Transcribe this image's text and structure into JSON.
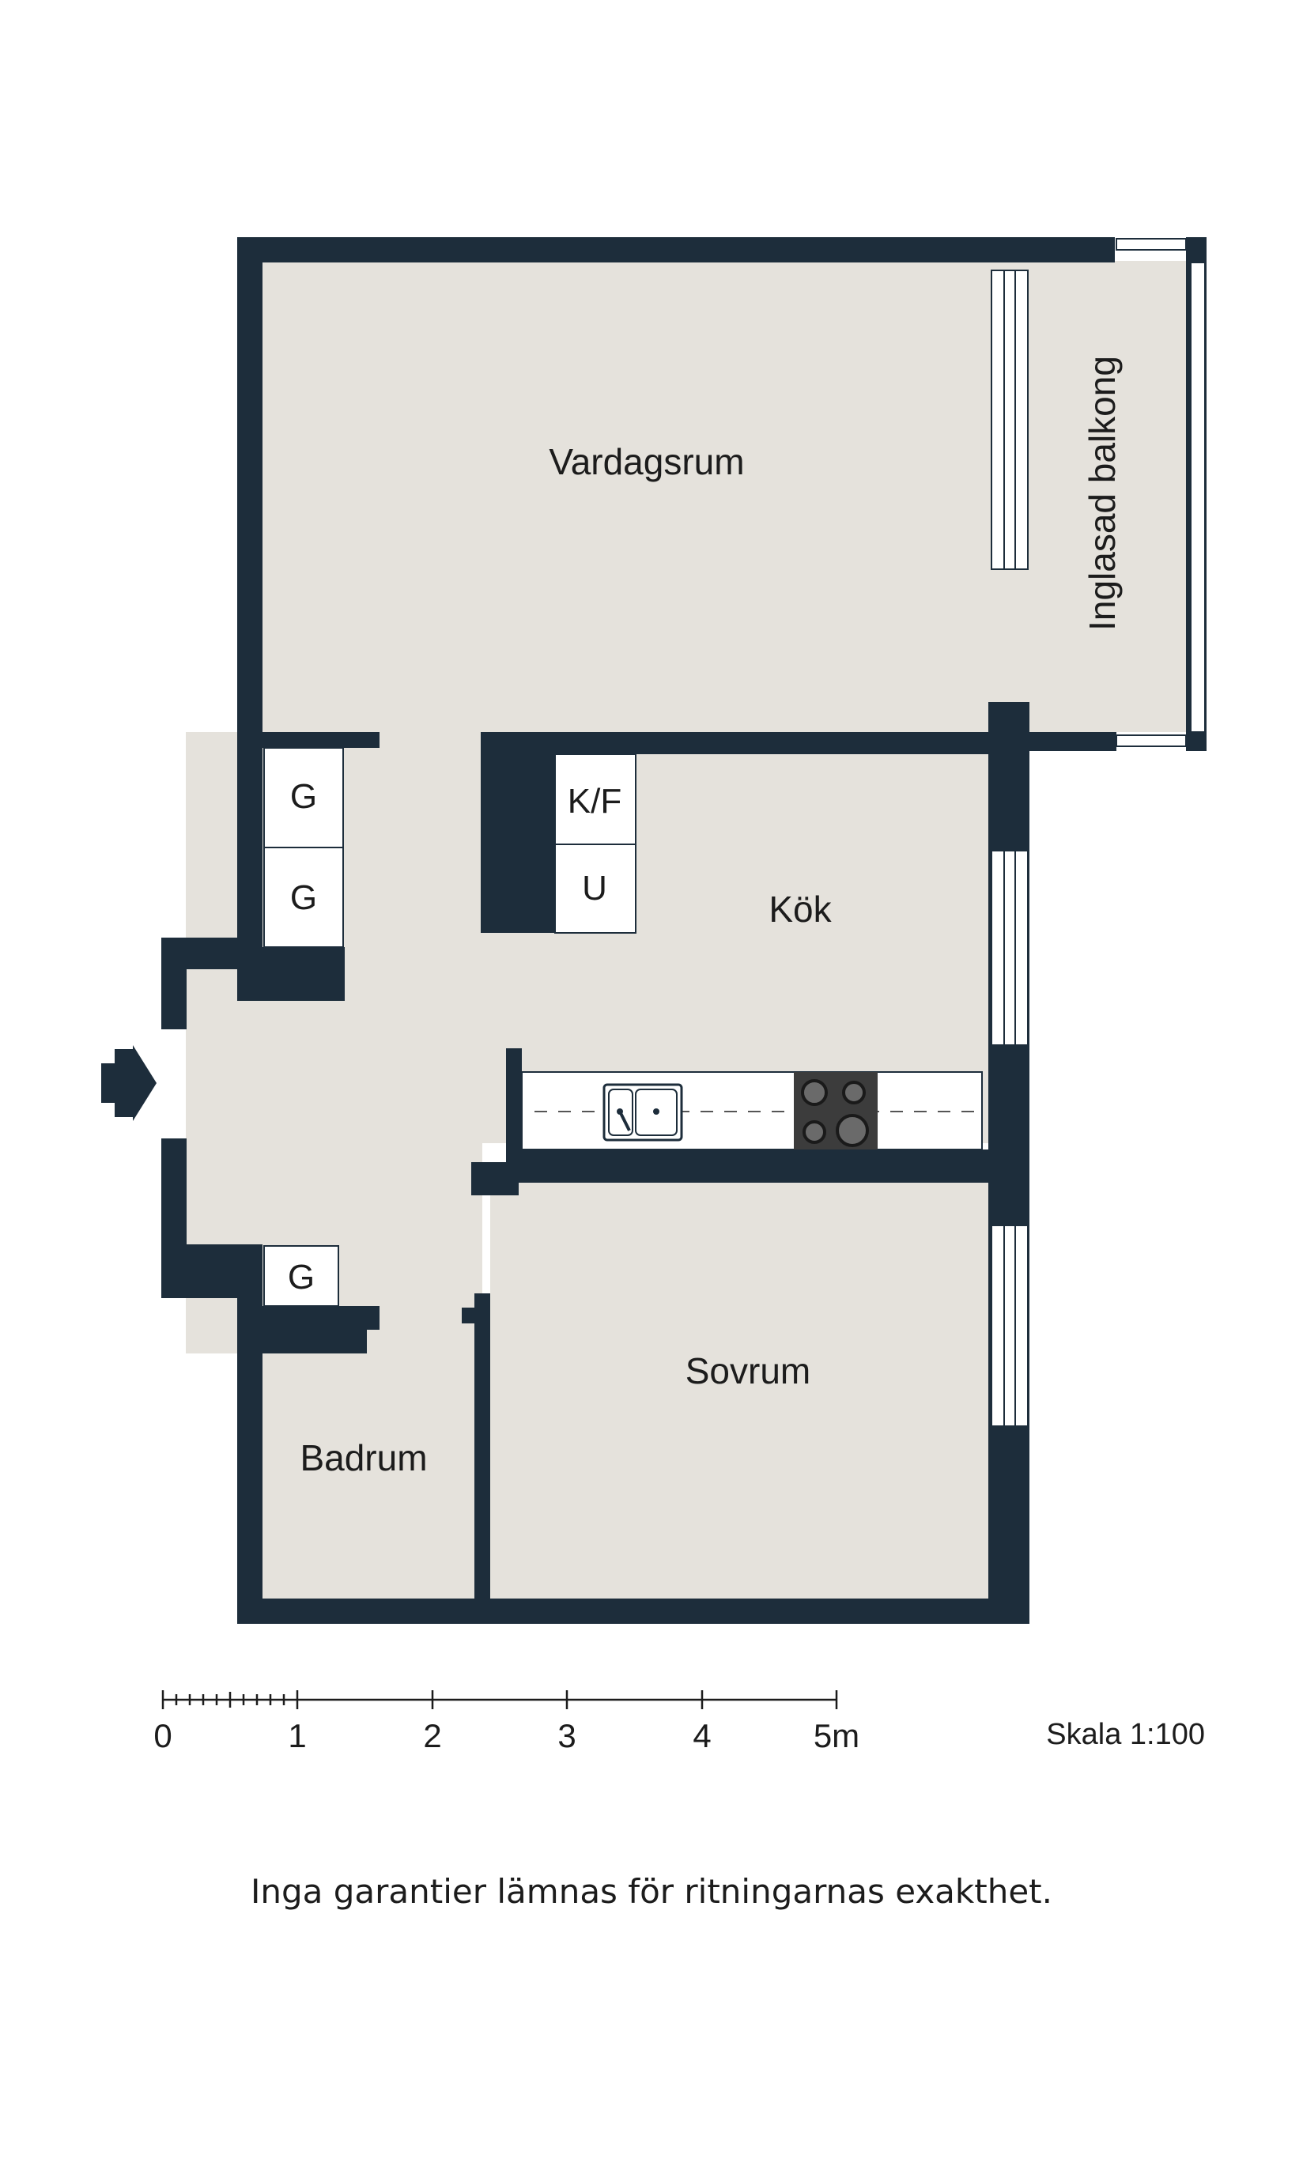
{
  "rooms": {
    "vardagsrum": "Vardagsrum",
    "balkong": "Inglasad balkong",
    "kok": "Kök",
    "sovrum": "Sovrum",
    "badrum": "Badrum"
  },
  "fixtures": {
    "garderob_1": "G",
    "garderob_2": "G",
    "garderob_3": "G",
    "kyl_frys": "K/F",
    "ugn": "U"
  },
  "scale_bar": {
    "ticks": [
      "0",
      "1",
      "2",
      "3",
      "4",
      "5m"
    ],
    "scale_text": "Skala 1:100"
  },
  "disclaimer": "Inga garantier lämnas för ritningarnas exakthet.",
  "colors": {
    "wall": "#1d2d3b",
    "floor": "#e5e2dc",
    "fixture": "#ffffff",
    "text": "#1c1c1c"
  }
}
